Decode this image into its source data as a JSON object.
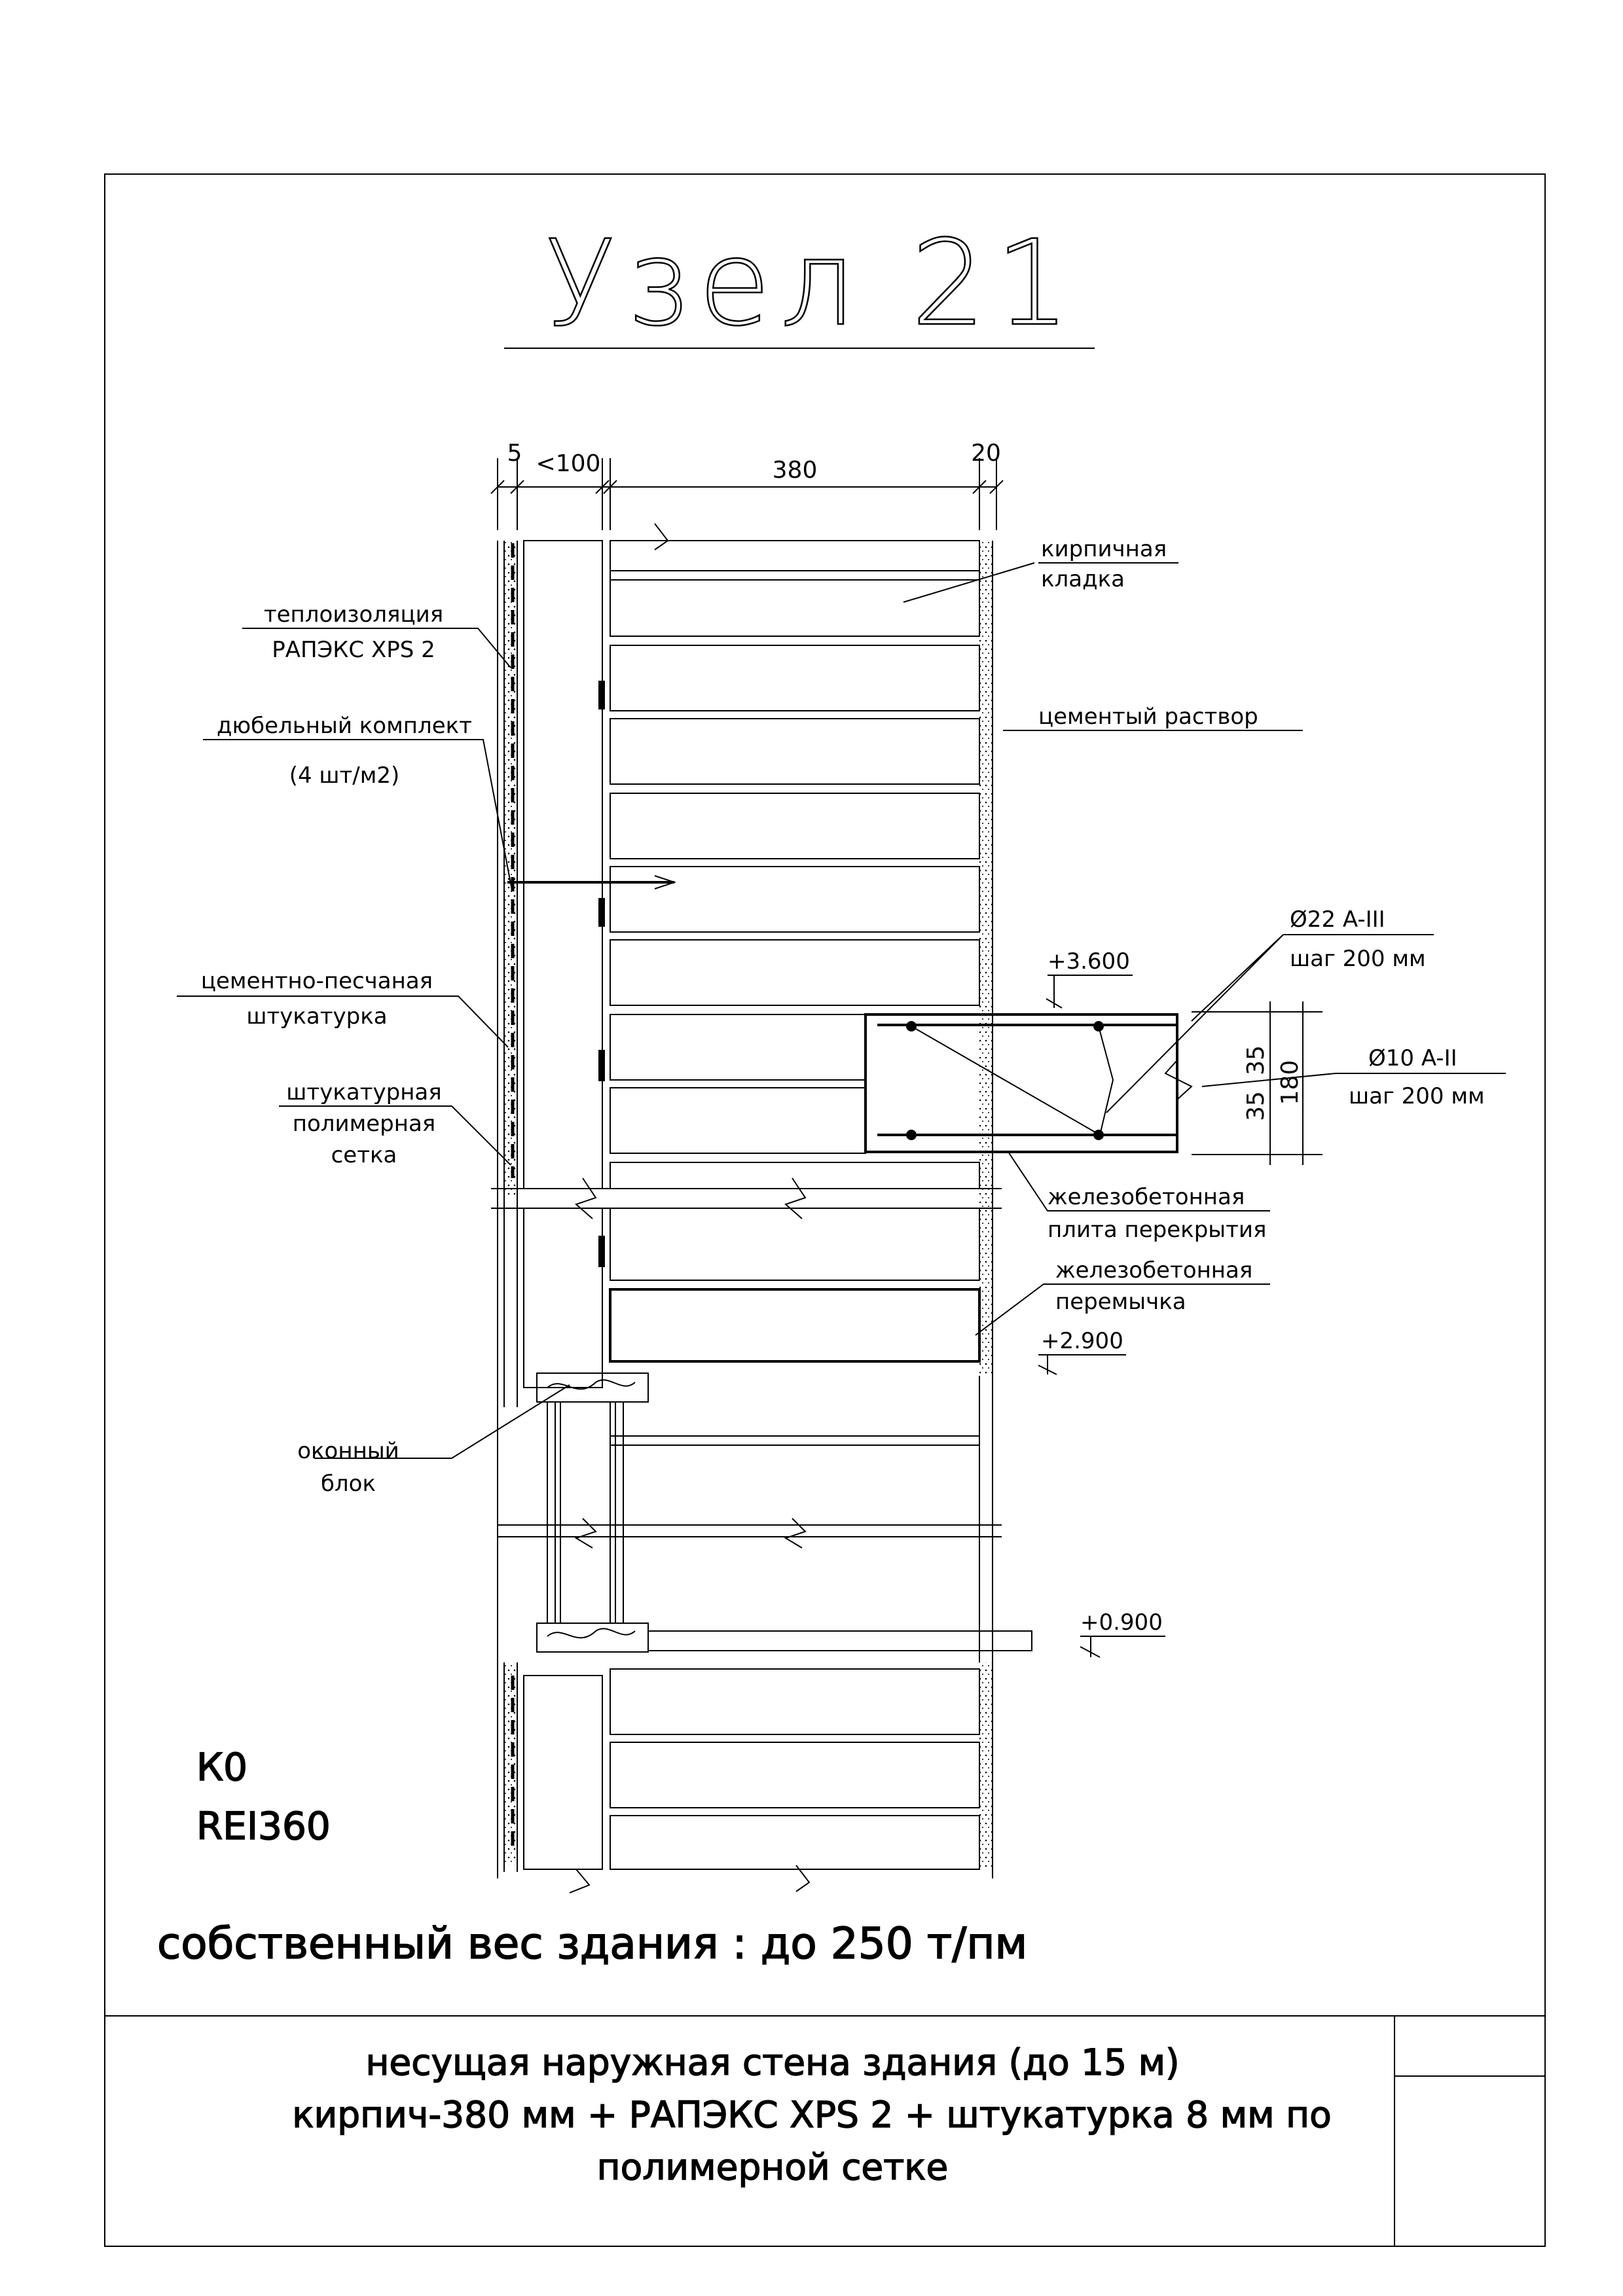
{
  "title": "Узел 21",
  "dimensions": {
    "d1": "5",
    "d2": "<100",
    "d3": "380",
    "d4": "20",
    "d180": "180",
    "d35a": "35",
    "d35b": "35"
  },
  "labels": {
    "insulation_1": "теплоизоляция",
    "insulation_2": "РАПЭКС XPS 2",
    "dowel_1": "дюбельный комплект",
    "dowel_2": "(4 шт/м2)",
    "plaster_1": "цементно-песчаная",
    "plaster_2": "штукатурка",
    "mesh_1": "штукатурная",
    "mesh_2": "полимерная",
    "mesh_3": "сетка",
    "window_1": "оконный",
    "window_2": "блок",
    "brick_1": "кирпичная",
    "brick_2": "кладка",
    "mortar": "цементый раствор",
    "rebar22_1": "Ø22 A-III",
    "rebar22_2": "шаг 200 мм",
    "rebar10_1": "Ø10 A-II",
    "rebar10_2": "шаг 200 мм",
    "slab_1": "железобетонная",
    "slab_2": "плита перекрытия",
    "lintel_1": "железобетонная",
    "lintel_2": "перемычка"
  },
  "levels": {
    "l1": "+3.600",
    "l2": "+2.900",
    "l3": "+0.900"
  },
  "ratings": {
    "fire_class": "К0",
    "rei": "REI360"
  },
  "weight_note": "собственный вес здания : до 250 т/пм",
  "footer": {
    "line1": "несущая наружная стена здания (до 15 м)",
    "line2": "кирпич-380 мм + РАПЭКС XPS 2   + штукатурка 8 мм по",
    "line3": "полимерной сетке"
  }
}
